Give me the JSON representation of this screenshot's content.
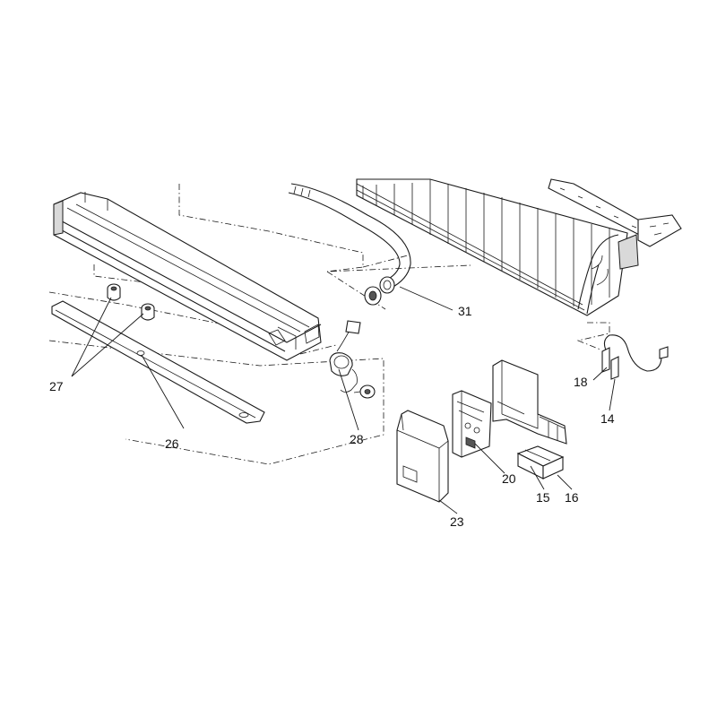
{
  "diagram": {
    "colors": {
      "ink": "#1a1a1a",
      "paper": "#ffffff",
      "shade": "#d9d9d9"
    },
    "part_numbers": {
      "p27": "27",
      "p26": "26",
      "p28": "28",
      "p31": "31",
      "p18": "18",
      "p14": "14",
      "p20": "20",
      "p23": "23",
      "p15": "15",
      "p16": "16"
    }
  }
}
